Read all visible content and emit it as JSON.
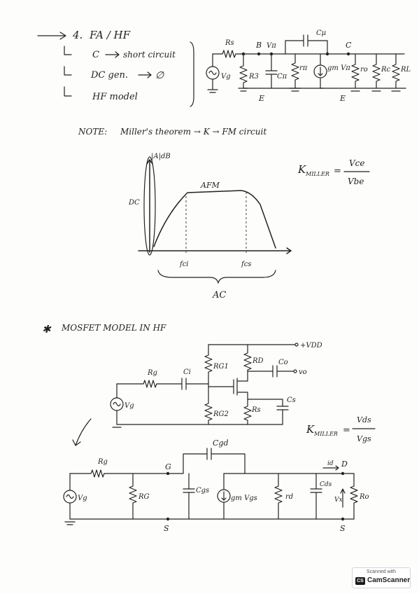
{
  "header": {
    "number": "4.",
    "title": "FA / HF",
    "item1_a": "C",
    "item1_b": "short circuit",
    "item2_a": "DC gen.",
    "item2_b": "∅",
    "item3": "HF model"
  },
  "hybrid_pi": {
    "Rs": "Rs",
    "B": "B",
    "Vpi": "Vπ",
    "Cmu": "Cμ",
    "C": "C",
    "Vg": "Vg",
    "R3": "R3",
    "Cpi": "Cπ",
    "rpi": "rπ",
    "gm": "gm Vπ",
    "ro": "ro",
    "Rc": "Rc",
    "RL": "RL",
    "E1": "E",
    "E2": "E"
  },
  "note": {
    "label": "NOTE:",
    "text": "Miller's theorem → K → FM circuit",
    "k_label": "K",
    "k_sub": "MILLER",
    "k_num": "Vce",
    "k_den": "Vbe"
  },
  "bode": {
    "ylabel": "|A|dB",
    "dc": "DC",
    "afm": "AFM",
    "fci": "fci",
    "fcs": "fcs",
    "ac": "AC"
  },
  "mosfet": {
    "title": "MOSFET MODEL IN HF",
    "bullet": "✱",
    "Vdd": "+VDD",
    "Rg": "Rg",
    "Ci": "Ci",
    "RG1": "RG1",
    "RD": "RD",
    "Co": "Co",
    "vo": "vo",
    "Vg": "Vg",
    "RG2": "RG2",
    "Rs": "Rs",
    "Cs": "Cs",
    "k_label": "K",
    "k_sub": "MILLER",
    "k_num": "Vds",
    "k_den": "Vgs"
  },
  "hf_model": {
    "Cgd": "Cgd",
    "Rg": "Rg",
    "G": "G",
    "D": "D",
    "id": "id",
    "Vg": "Vg",
    "RG": "RG",
    "Cgs": "Cgs",
    "gm": "gm Vgs",
    "rd": "rd",
    "Cds": "Cds",
    "Vx": "Vx",
    "Ro": "Ro",
    "S1": "S",
    "S2": "S"
  },
  "watermark": {
    "scanned": "Scanned with",
    "cs": "CS",
    "brand": "CamScanner"
  }
}
